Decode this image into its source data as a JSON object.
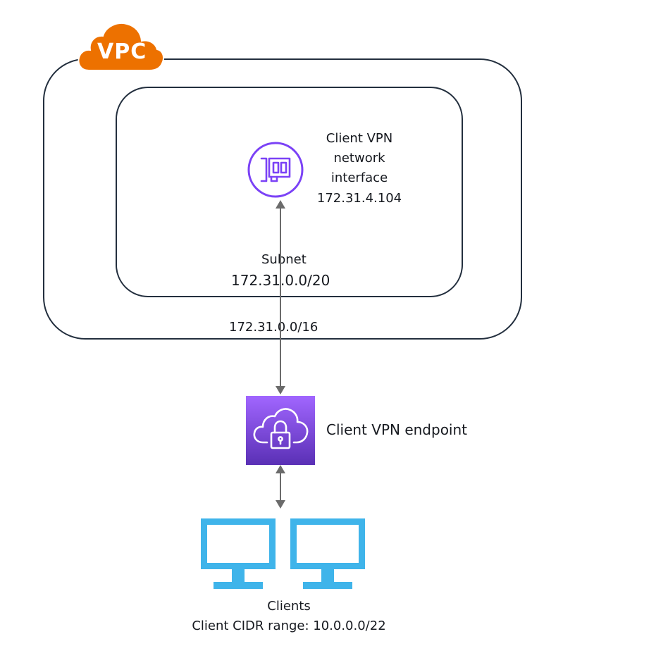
{
  "vpc": {
    "badge_text": "VPC",
    "cidr": "172.31.0.0/16",
    "badge_color": "#ed7100",
    "border_color": "#232f3e"
  },
  "subnet": {
    "label": "Subnet",
    "cidr": "172.31.0.0/20"
  },
  "network_interface": {
    "label_lines": [
      "Client VPN",
      "network",
      "interface"
    ],
    "ip": "172.31.4.104",
    "icon": "network-interface-icon",
    "icon_color": "#7b42f6"
  },
  "endpoint": {
    "label": "Client VPN endpoint",
    "icon": "client-vpn-cloud-lock-icon",
    "gradient_top": "#a166ff",
    "gradient_bottom": "#5a30b5"
  },
  "clients": {
    "label": "Clients",
    "cidr_line": "Client CIDR range: 10.0.0.0/22",
    "icon": "monitor-icon",
    "icon_color": "#3fb4ea"
  },
  "connector_color": "#6b6b6b"
}
